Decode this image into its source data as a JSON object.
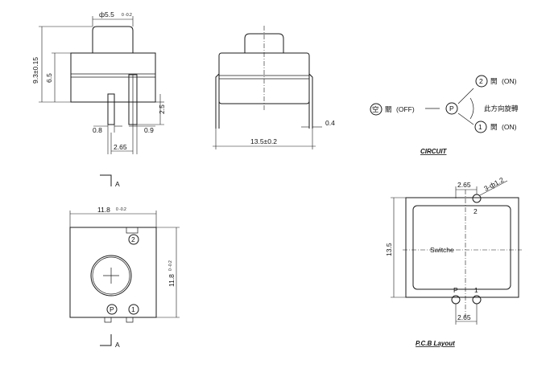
{
  "side_view": {
    "dim_phi": "ф5.5",
    "dim_phi_tol": "0 -0.2",
    "dim_height": "9.3±0.15",
    "dim_body": "6.5",
    "dim_pin_len": "2.5",
    "dim_pin_left": "0.8",
    "dim_pin_right": "0.9",
    "dim_pitch": "2.65"
  },
  "front_view": {
    "dim_width": "13.5±0.2",
    "dim_pin": "0.4"
  },
  "circuit": {
    "empty_char": "空",
    "off_char": "關",
    "off_text": "(OFF)",
    "p_label": "P",
    "node2": "2",
    "node1": "1",
    "on_char": "開",
    "on_text": "(ON)",
    "direction_text": "此方向旋轉",
    "title": "CIRCUIT"
  },
  "bottom_view": {
    "section_label": "A",
    "dim_width": "11.8",
    "dim_width_tol": "0 -0.2",
    "dim_height": "11.8",
    "dim_height_tol": "0 -0.2",
    "pin2": "2",
    "pinP": "P",
    "pin1": "1"
  },
  "pcb": {
    "dim_top": "2.65",
    "dim_hole": "3-ф1.2",
    "dim_side": "13.5",
    "center_label": "Switche",
    "pin2": "2",
    "pinP": "P",
    "pin1": "1",
    "dim_bottom": "2.65",
    "title": "P.C.B Layout"
  }
}
